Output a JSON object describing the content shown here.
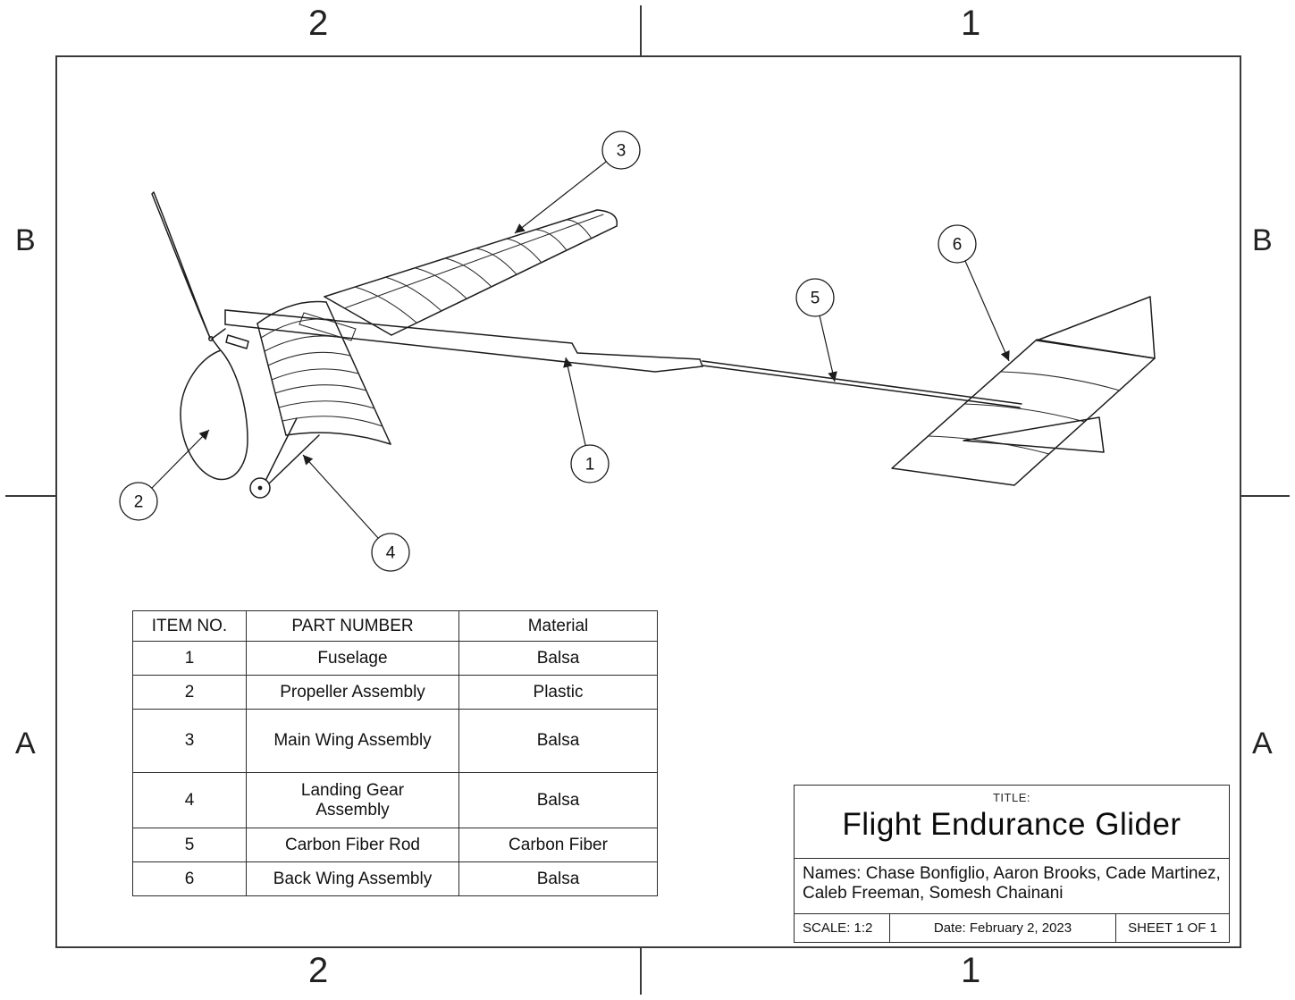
{
  "sheet": {
    "zones": {
      "top": [
        "2",
        "1"
      ],
      "bottom": [
        "2",
        "1"
      ],
      "left": [
        "B",
        "A"
      ],
      "right": [
        "B",
        "A"
      ]
    }
  },
  "drawing": {
    "balloons": [
      {
        "label": "1"
      },
      {
        "label": "2"
      },
      {
        "label": "3"
      },
      {
        "label": "4"
      },
      {
        "label": "5"
      },
      {
        "label": "6"
      }
    ]
  },
  "bom": {
    "headers": [
      "ITEM NO.",
      "PART NUMBER",
      "Material"
    ],
    "rows": [
      {
        "item": "1",
        "part": "Fuselage",
        "material": "Balsa"
      },
      {
        "item": "2",
        "part": "Propeller Assembly",
        "material": "Plastic"
      },
      {
        "item": "3",
        "part": "Main Wing Assembly",
        "material": "Balsa"
      },
      {
        "item": "4",
        "part": "Landing Gear Assembly",
        "material": "Balsa"
      },
      {
        "item": "5",
        "part": "Carbon Fiber Rod",
        "material": "Carbon Fiber"
      },
      {
        "item": "6",
        "part": "Back Wing Assembly",
        "material": "Balsa"
      }
    ]
  },
  "title_block": {
    "title_label": "TITLE:",
    "title": "Flight Endurance Glider",
    "names": "Names: Chase Bonfiglio, Aaron Brooks, Cade Martinez, Caleb Freeman, Somesh Chainani",
    "scale": "SCALE: 1:2",
    "date": "Date: February 2, 2023",
    "sheet_label": "SHEET 1 OF 1"
  }
}
